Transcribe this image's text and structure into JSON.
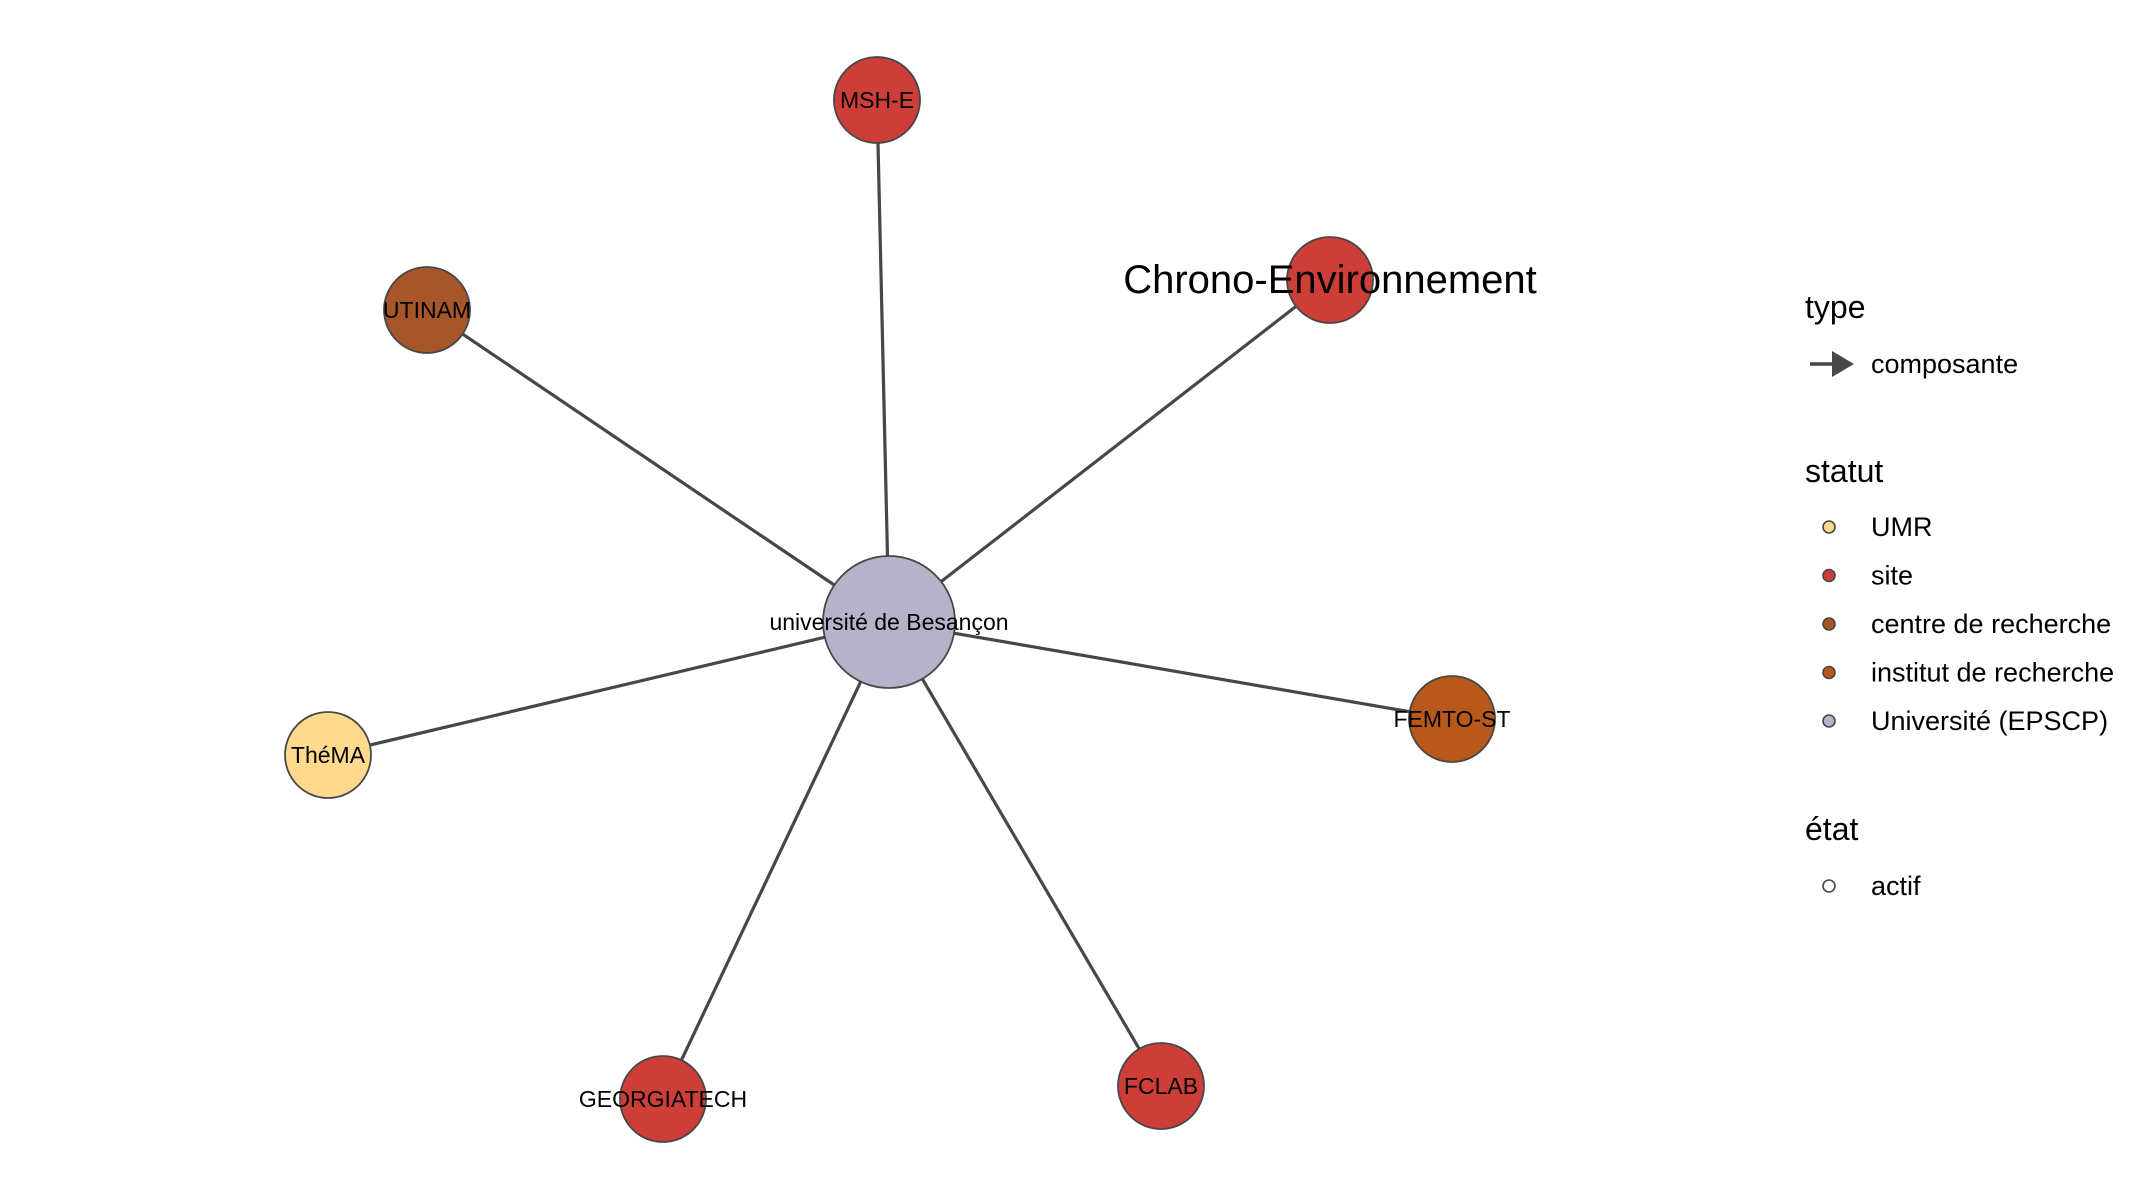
{
  "network": {
    "center": {
      "id": "besancon",
      "label": "université de Besançon",
      "statut": "Université (EPSCP)"
    },
    "nodes": [
      {
        "id": "msh-e",
        "label": "MSH-E",
        "statut": "site"
      },
      {
        "id": "chrono",
        "label": "Chrono-Environnement",
        "statut": "site"
      },
      {
        "id": "utinam",
        "label": "UTINAM",
        "statut": "centre de recherche"
      },
      {
        "id": "thema",
        "label": "ThéMA",
        "statut": "UMR"
      },
      {
        "id": "femto",
        "label": "FEMTO-ST",
        "statut": "institut de recherche"
      },
      {
        "id": "georgiatech",
        "label": "GEORGIATECH",
        "statut": "site"
      },
      {
        "id": "fclab",
        "label": "FCLAB",
        "statut": "site"
      }
    ],
    "edges": [
      {
        "from": "besancon",
        "to": "msh-e",
        "type": "composante"
      },
      {
        "from": "besancon",
        "to": "chrono",
        "type": "composante"
      },
      {
        "from": "besancon",
        "to": "utinam",
        "type": "composante"
      },
      {
        "from": "besancon",
        "to": "thema",
        "type": "composante"
      },
      {
        "from": "besancon",
        "to": "femto",
        "type": "composante"
      },
      {
        "from": "besancon",
        "to": "georgiatech",
        "type": "composante"
      },
      {
        "from": "besancon",
        "to": "fclab",
        "type": "composante"
      }
    ]
  },
  "colors": {
    "UMR": "#FFD98E",
    "site": "#CD3E38",
    "centre de recherche": "#A65628",
    "institut de recherche": "#B8581A",
    "Université (EPSCP)": "#B5B2CA",
    "actif": "#FFFFFF",
    "edge": "#474747"
  },
  "legend": {
    "type": {
      "title": "type",
      "items": [
        "composante"
      ]
    },
    "statut": {
      "title": "statut",
      "items": [
        "UMR",
        "site",
        "centre de recherche",
        "institut de recherche",
        "Université (EPSCP)"
      ]
    },
    "etat": {
      "title": "état",
      "items": [
        "actif"
      ]
    }
  }
}
